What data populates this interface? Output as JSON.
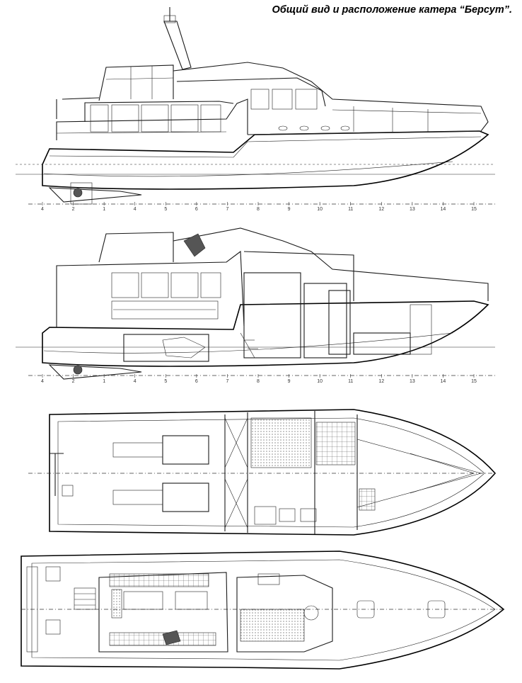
{
  "title": "Общий вид и расположение катера “Берсут”.",
  "frame_labels": [
    "4",
    "2",
    "1",
    "4",
    "5",
    "6",
    "7",
    "8",
    "9",
    "10",
    "11",
    "12",
    "13",
    "14",
    "15"
  ]
}
